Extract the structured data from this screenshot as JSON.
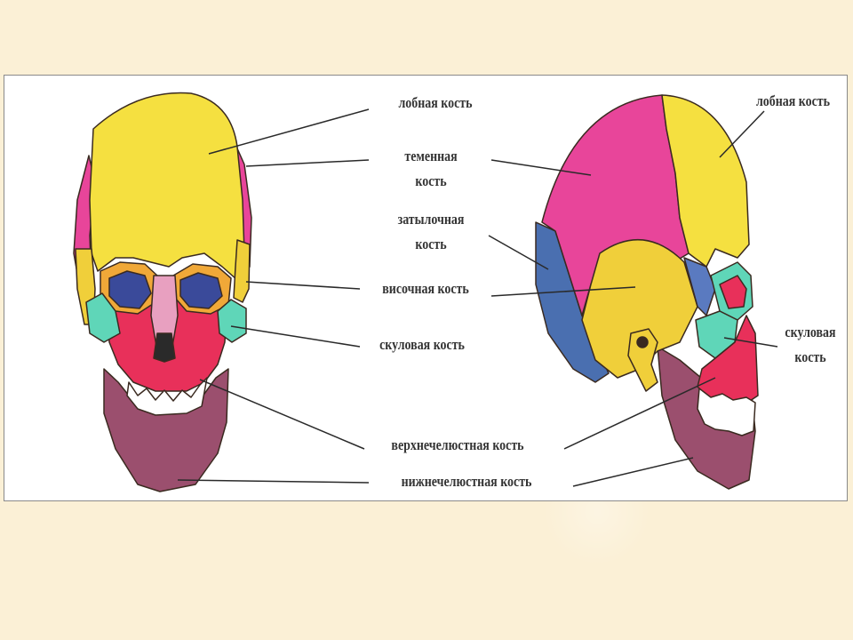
{
  "labels": {
    "frontal_left": "лобная кость",
    "parietal_1": "теменная",
    "parietal_2": "кость",
    "occipital_1": "затылочная",
    "occipital_2": "кость",
    "temporal": "височная кость",
    "zygomatic_left": "скуловая кость",
    "maxilla": "верхнечелюстная кость",
    "mandible": "нижнечелюстная кость",
    "frontal_right": "лобная кость",
    "zygomatic_right_1": "скуловая",
    "zygomatic_right_2": "кость"
  },
  "colors": {
    "frontal": "#f5e040",
    "parietal": "#e8459a",
    "occipital": "#4a6fb0",
    "temporal": "#f0cf3a",
    "zygomatic": "#5fd6b8",
    "maxilla": "#e8305a",
    "mandible": "#9b4f6e",
    "background": "#fbf0d6"
  }
}
